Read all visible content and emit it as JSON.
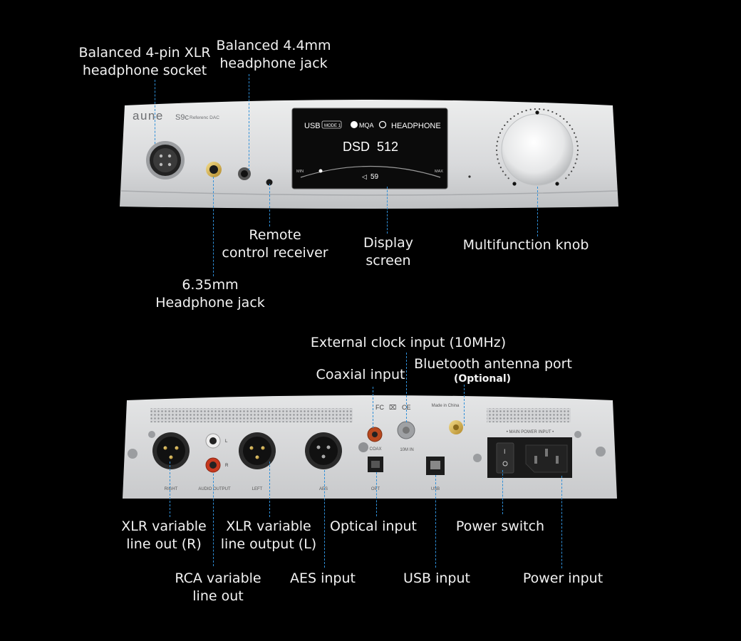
{
  "front": {
    "brand": "aune",
    "model": "S9c",
    "model_sub": "Referenc DAC",
    "display": {
      "source": "USB",
      "mode_badge": "MODE 1",
      "mqa_label": "MQA",
      "output": "HEADPHONE",
      "format": "DSD  512",
      "min": "MIN",
      "max": "MAX",
      "volume": "59"
    },
    "callouts": [
      {
        "id": "xlr4",
        "text": "Balanced 4-pin XLR\nheadphone socket"
      },
      {
        "id": "jack44",
        "text": "Balanced 4.4mm\nheadphone jack"
      },
      {
        "id": "remote",
        "text": "Remote\ncontrol receiver"
      },
      {
        "id": "display",
        "text": "Display\nscreen"
      },
      {
        "id": "knob",
        "text": "Multifunction knob"
      },
      {
        "id": "jack635",
        "text": "6.35mm\nHeadphone jack"
      }
    ]
  },
  "rear": {
    "panel_text": {
      "right": "RIGHT",
      "audio_output": "AUDIO OUTPUT",
      "left": "LEFT",
      "aes": "AES",
      "opt": "OPT",
      "usb": "USB",
      "coax": "COAX",
      "clock": "10M IN",
      "made_in": "Made in China",
      "main_power": "• MAIN POWER INPUT •",
      "rca_l": "L",
      "rca_r": "R",
      "fc": "FC",
      "ce": "CE"
    },
    "callouts": [
      {
        "id": "clock",
        "text": "External clock input (10MHz)"
      },
      {
        "id": "coax",
        "text": "Coaxial input"
      },
      {
        "id": "bt",
        "text": "Bluetooth antenna port",
        "sub": "(Optional)"
      },
      {
        "id": "xlr_r",
        "text": "XLR variable\nline out (R)"
      },
      {
        "id": "xlr_l",
        "text": "XLR variable\nline output (L)"
      },
      {
        "id": "optical",
        "text": "Optical input"
      },
      {
        "id": "power_switch",
        "text": "Power switch"
      },
      {
        "id": "rca",
        "text": "RCA variable\nline out"
      },
      {
        "id": "aes",
        "text": "AES input"
      },
      {
        "id": "usb",
        "text": "USB input"
      },
      {
        "id": "power_input",
        "text": "Power input"
      }
    ]
  },
  "colors": {
    "background": "#000000",
    "leader_line": "#2f8fd8",
    "chassis": "#d6d7d9",
    "screen": "#0b0b0b"
  }
}
